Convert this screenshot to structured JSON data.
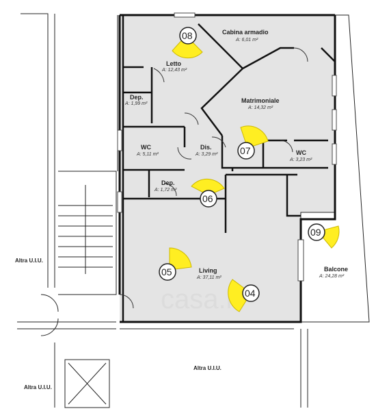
{
  "rooms": [
    {
      "id": "cabina",
      "name": "Cabina armadio",
      "area": "A: 6,01 m²"
    },
    {
      "id": "letto",
      "name": "Letto",
      "area": "A: 12,43 m²"
    },
    {
      "id": "dep1",
      "name": "Dep.",
      "area": "A: 1,99 m²"
    },
    {
      "id": "matrimoniale",
      "name": "Matrimoniale",
      "area": "A: 14,32 m²"
    },
    {
      "id": "wc1",
      "name": "WC",
      "area": "A: 5,11 m²"
    },
    {
      "id": "dis",
      "name": "Dis.",
      "area": "A: 3,29 m²"
    },
    {
      "id": "wc2",
      "name": "WC",
      "area": "A: 3,23 m²"
    },
    {
      "id": "dep2",
      "name": "Dep.",
      "area": "A: 1,72 m²"
    },
    {
      "id": "living",
      "name": "Living",
      "area": "A: 37,11 m²"
    },
    {
      "id": "balcone",
      "name": "Balcone",
      "area": "A: 24,28 m²"
    }
  ],
  "outside_labels": [
    "Altra U.I.U.",
    "Altra U.I.U.",
    "Altra U.I.U."
  ],
  "view_markers": [
    "08",
    "07",
    "06",
    "05",
    "04",
    "09"
  ],
  "watermark": "casa.it",
  "colors": {
    "wall": "#111111",
    "floor": "#e6e6e6",
    "balcony": "#ffffff",
    "camera": "#ffee22",
    "camera_edge": "#ccb800"
  }
}
